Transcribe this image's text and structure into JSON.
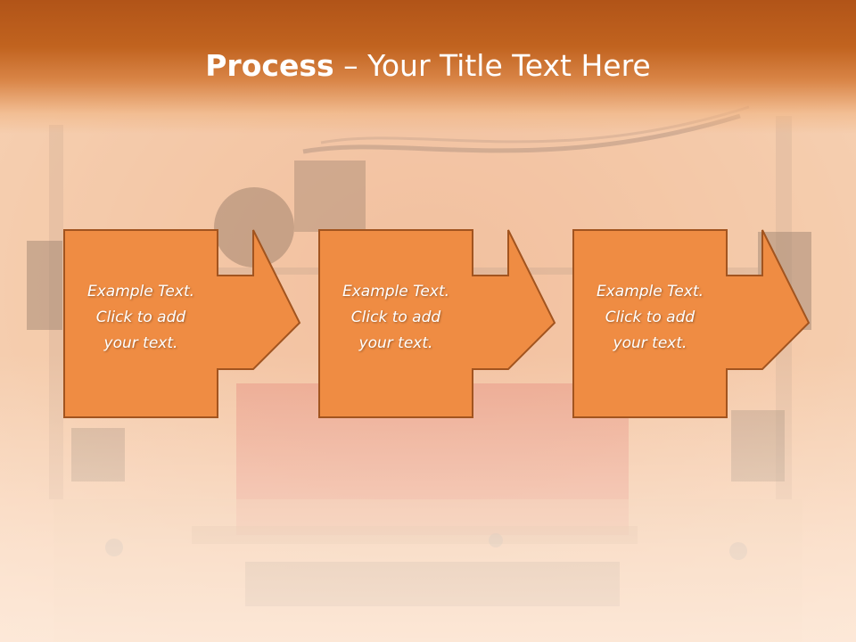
{
  "slide": {
    "title_bold": "Process",
    "title_separator": " – ",
    "title_rest": "Your Title Text Here"
  },
  "steps": [
    {
      "line1": "Example Text.",
      "line2": "Click  to add",
      "line3": "your text."
    },
    {
      "line1": "Example Text.",
      "line2": "Click  to add",
      "line3": "your text."
    },
    {
      "line1": "Example Text.",
      "line2": "Click  to add",
      "line3": "your text."
    }
  ],
  "colors": {
    "header": "#c1631f",
    "box_fill": "#ef8c43",
    "box_stroke": "#a2541f",
    "text": "#ffffff"
  }
}
